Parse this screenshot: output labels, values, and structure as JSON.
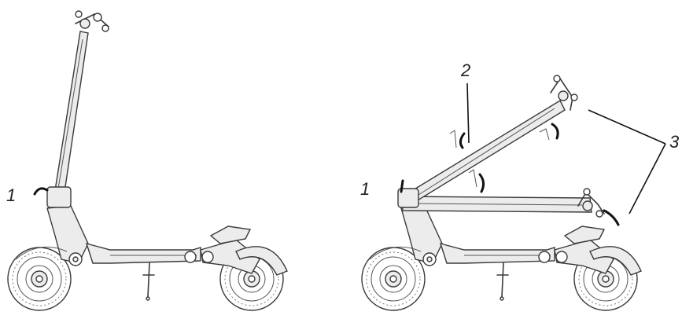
{
  "callouts": {
    "left_1": "1",
    "right_1": "1",
    "right_2": "2",
    "right_3": "3"
  }
}
